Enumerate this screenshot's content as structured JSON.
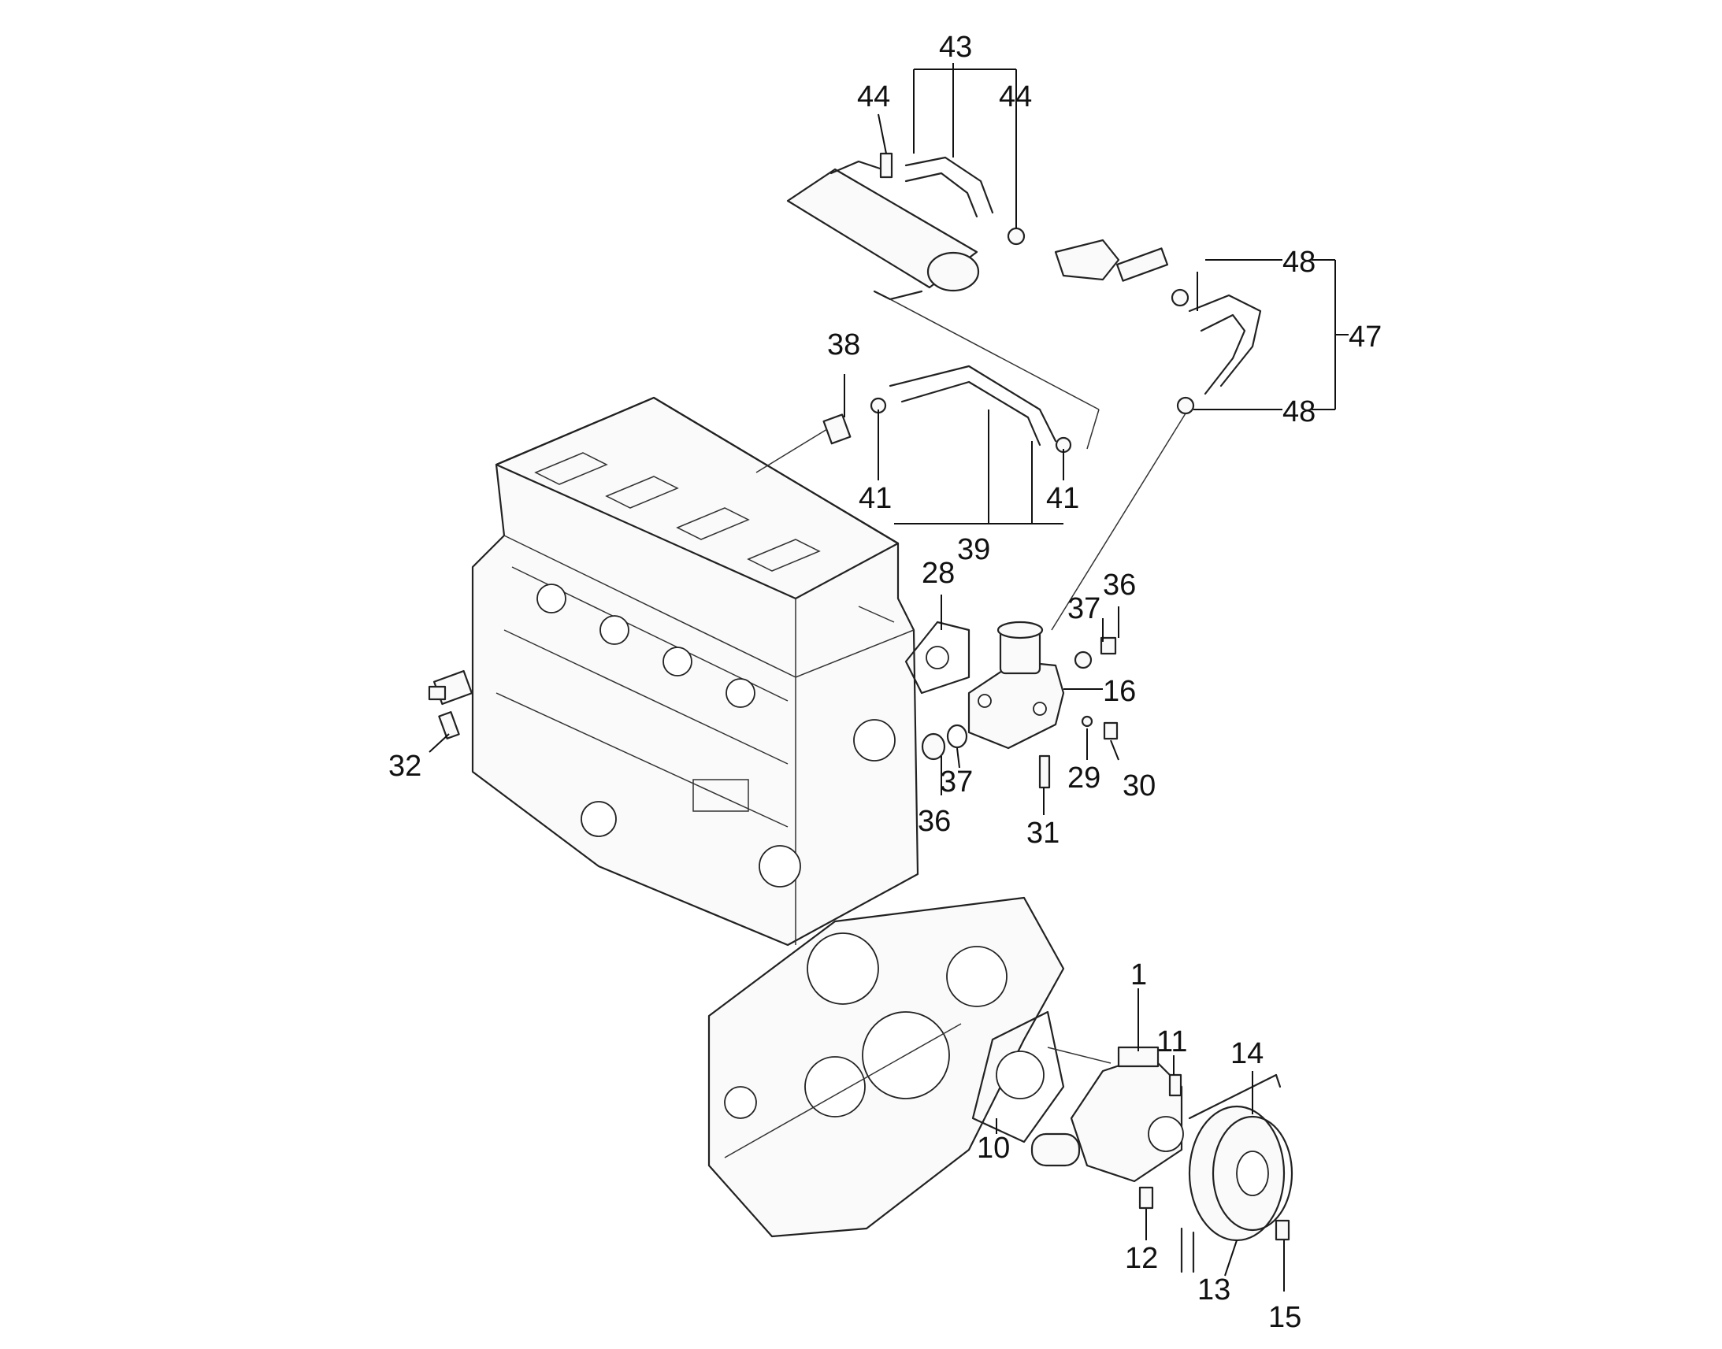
{
  "callouts": {
    "c1": "1",
    "c10": "10",
    "c11": "11",
    "c12": "12",
    "c13": "13",
    "c14": "14",
    "c15": "15",
    "c16": "16",
    "c28": "28",
    "c29": "29",
    "c30": "30",
    "c31": "31",
    "c32": "32",
    "c36a": "36",
    "c36b": "36",
    "c37a": "37",
    "c37b": "37",
    "c38": "38",
    "c39": "39",
    "c41a": "41",
    "c41b": "41",
    "c43": "43",
    "c44a": "44",
    "c44b": "44",
    "c47": "47",
    "c48a": "48",
    "c48b": "48"
  }
}
